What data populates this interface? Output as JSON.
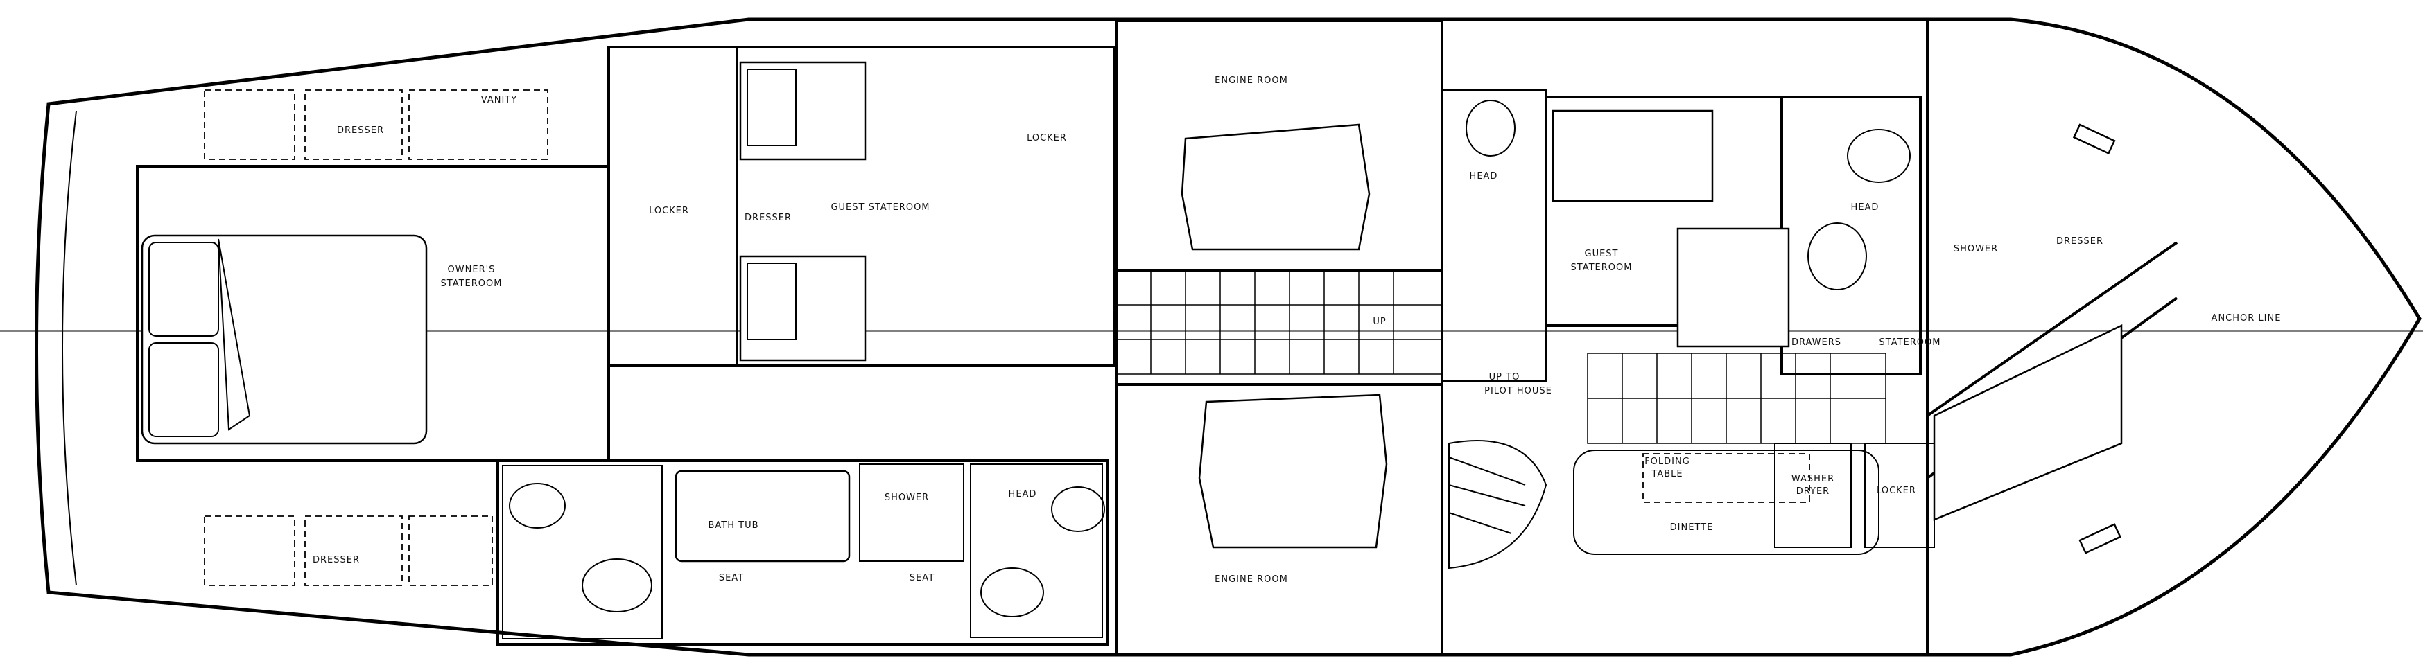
{
  "labels": {
    "dresser_top": "DRESSER",
    "vanity": "VANITY",
    "owners_stateroom_1": "OWNER'S",
    "owners_stateroom_2": "STATEROOM",
    "locker_1": "LOCKER",
    "dresser_guest": "DRESSER",
    "guest_stateroom_1": "GUEST STATEROOM",
    "locker_2": "LOCKER",
    "engine_room_top": "ENGINE ROOM",
    "engine_room_bottom": "ENGINE ROOM",
    "up_1": "UP",
    "up_to_1": "UP TO",
    "up_to_2": "PILOT HOUSE",
    "head_1": "HEAD",
    "guest_stateroom_2a": "GUEST",
    "guest_stateroom_2b": "STATEROOM",
    "head_2": "HEAD",
    "shower_fwd": "SHOWER",
    "dresser_fwd": "DRESSER",
    "anchor_line": "ANCHOR LINE",
    "drawers": "DRAWERS",
    "stateroom_fwd": "STATEROOM",
    "folding_table_1": "FOLDING",
    "folding_table_2": "TABLE",
    "dinette": "DINETTE",
    "washer_dryer_1": "WASHER",
    "washer_dryer_2": "DRYER",
    "locker_3": "LOCKER",
    "dresser_bottom": "DRESSER",
    "bath_tub": "BATH TUB",
    "seat_1": "SEAT",
    "shower_aft": "SHOWER",
    "seat_2": "SEAT",
    "head_3": "HEAD"
  }
}
